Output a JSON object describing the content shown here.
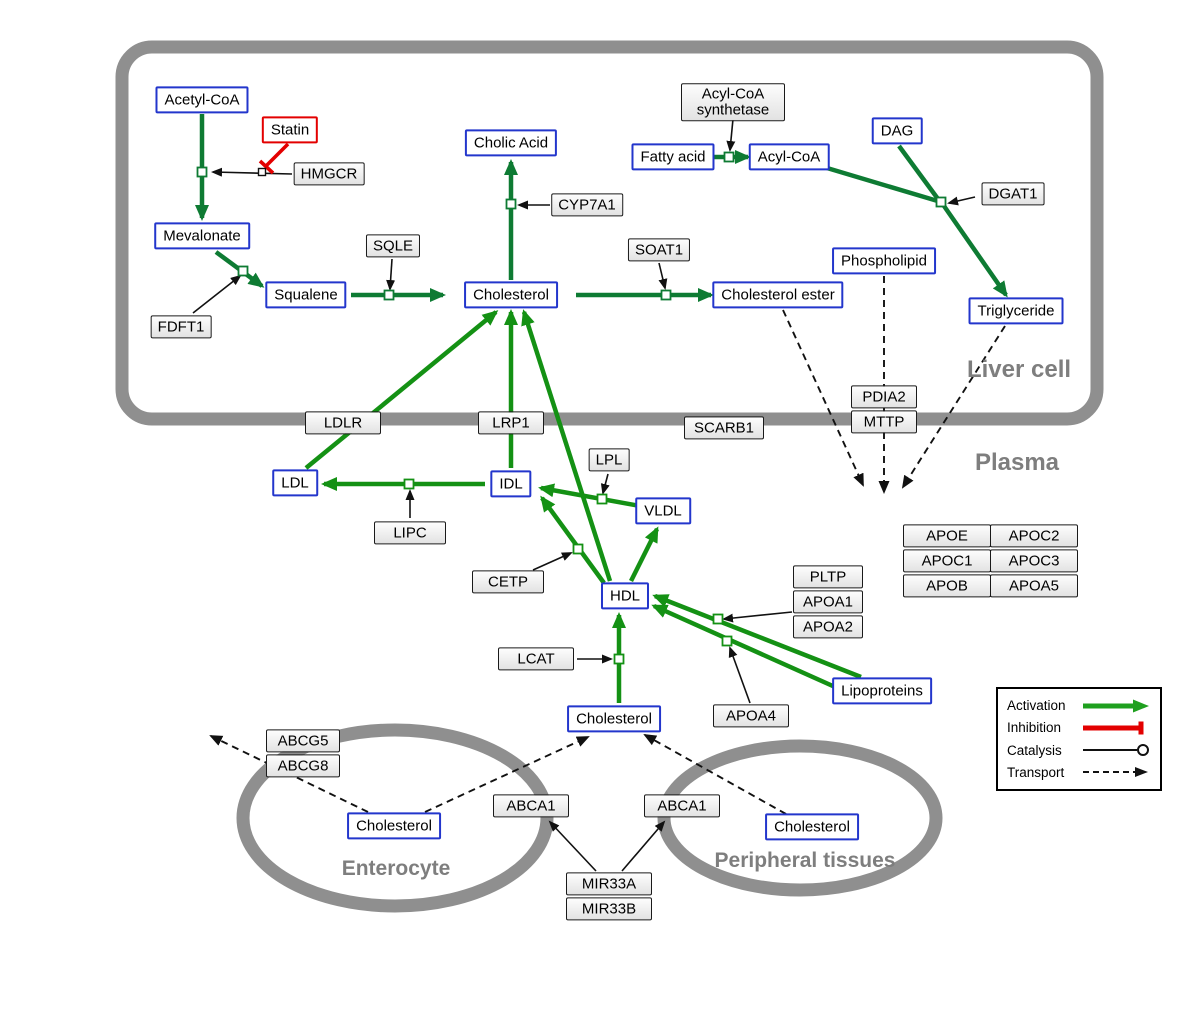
{
  "regions": {
    "liver": "Liver cell",
    "plasma": "Plasma",
    "enterocyte": "Enterocyte",
    "peripheral": "Peripheral tissues"
  },
  "legend": {
    "activation": "Activation",
    "inhibition": "Inhibition",
    "catalysis": "Catalysis",
    "transport": "Transport"
  },
  "colors": {
    "activation_green_dark": "#0e7b33",
    "activation_green": "#149114",
    "inhibition_red": "#e30000",
    "metabolite_border_blue": "#2336cc",
    "membrane_gray": "#8f8f8f"
  },
  "nodes": {
    "acetyl_coa": {
      "label": "Acetyl-CoA",
      "type": "metabolite"
    },
    "statin": {
      "label": "Statin",
      "type": "drug"
    },
    "hmgcr": {
      "label": "HMGCR",
      "type": "protein"
    },
    "mevalonate": {
      "label": "Mevalonate",
      "type": "metabolite"
    },
    "fdft1": {
      "label": "FDFT1",
      "type": "protein"
    },
    "squalene": {
      "label": "Squalene",
      "type": "metabolite"
    },
    "sqle": {
      "label": "SQLE",
      "type": "protein"
    },
    "cholic_acid": {
      "label": "Cholic Acid",
      "type": "metabolite"
    },
    "cyp7a1": {
      "label": "CYP7A1",
      "type": "protein"
    },
    "cholesterol_liver": {
      "label": "Cholesterol",
      "type": "metabolite"
    },
    "soat1": {
      "label": "SOAT1",
      "type": "protein"
    },
    "cholesterol_ester": {
      "label": "Cholesterol ester",
      "type": "metabolite"
    },
    "acyl_coa_synthetase": {
      "label": "Acyl-CoA synthetase",
      "type": "protein"
    },
    "fatty_acid": {
      "label": "Fatty acid",
      "type": "metabolite"
    },
    "acyl_coa": {
      "label": "Acyl-CoA",
      "type": "metabolite"
    },
    "dag": {
      "label": "DAG",
      "type": "metabolite"
    },
    "dgat1": {
      "label": "DGAT1",
      "type": "protein"
    },
    "phospholipid": {
      "label": "Phospholipid",
      "type": "metabolite"
    },
    "triglyceride": {
      "label": "Triglyceride",
      "type": "metabolite"
    },
    "pdia2": {
      "label": "PDIA2",
      "type": "protein"
    },
    "mttp": {
      "label": "MTTP",
      "type": "protein"
    },
    "ldlr": {
      "label": "LDLR",
      "type": "protein"
    },
    "lrp1": {
      "label": "LRP1",
      "type": "protein"
    },
    "scarb1": {
      "label": "SCARB1",
      "type": "protein"
    },
    "ldl": {
      "label": "LDL",
      "type": "metabolite"
    },
    "idl": {
      "label": "IDL",
      "type": "metabolite"
    },
    "lpl": {
      "label": "LPL",
      "type": "protein"
    },
    "vldl": {
      "label": "VLDL",
      "type": "metabolite"
    },
    "lipc": {
      "label": "LIPC",
      "type": "protein"
    },
    "cetp": {
      "label": "CETP",
      "type": "protein"
    },
    "hdl": {
      "label": "HDL",
      "type": "metabolite"
    },
    "lcat": {
      "label": "LCAT",
      "type": "protein"
    },
    "pltp": {
      "label": "PLTP",
      "type": "protein"
    },
    "apoa1": {
      "label": "APOA1",
      "type": "protein"
    },
    "apoa2": {
      "label": "APOA2",
      "type": "protein"
    },
    "apoa4": {
      "label": "APOA4",
      "type": "protein"
    },
    "lipoproteins": {
      "label": "Lipoproteins",
      "type": "metabolite"
    },
    "cholesterol_plasma": {
      "label": "Cholesterol",
      "type": "metabolite"
    },
    "apoe": {
      "label": "APOE",
      "type": "protein"
    },
    "apoc2": {
      "label": "APOC2",
      "type": "protein"
    },
    "apoc1": {
      "label": "APOC1",
      "type": "protein"
    },
    "apoc3": {
      "label": "APOC3",
      "type": "protein"
    },
    "apob": {
      "label": "APOB",
      "type": "protein"
    },
    "apoa5": {
      "label": "APOA5",
      "type": "protein"
    },
    "abcg5": {
      "label": "ABCG5",
      "type": "protein"
    },
    "abcg8": {
      "label": "ABCG8",
      "type": "protein"
    },
    "cholesterol_enterocyte": {
      "label": "Cholesterol",
      "type": "metabolite"
    },
    "abca1_enterocyte": {
      "label": "ABCA1",
      "type": "protein"
    },
    "abca1_peripheral": {
      "label": "ABCA1",
      "type": "protein"
    },
    "cholesterol_peripheral": {
      "label": "Cholesterol",
      "type": "metabolite"
    },
    "mir33a": {
      "label": "MIR33A",
      "type": "protein"
    },
    "mir33b": {
      "label": "MIR33B",
      "type": "protein"
    }
  }
}
